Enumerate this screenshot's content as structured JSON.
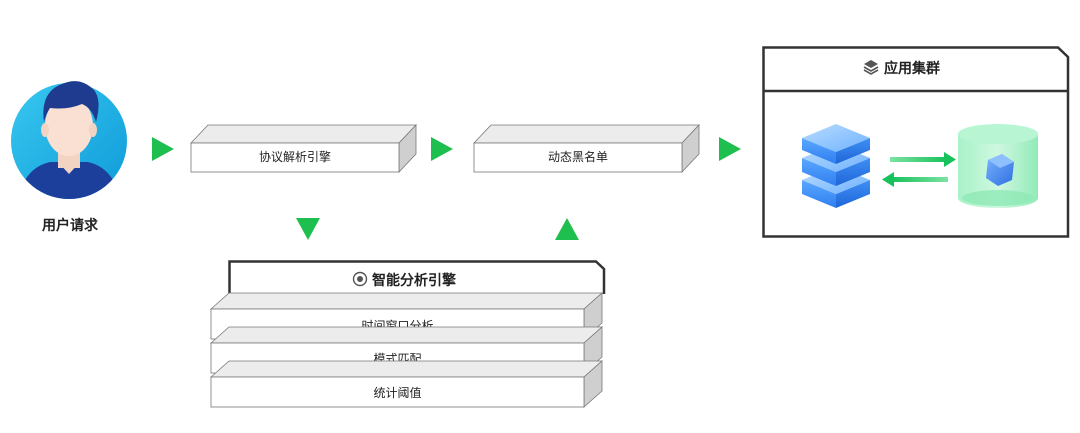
{
  "user": {
    "label": "用户请求"
  },
  "protocol_engine": {
    "label": "协议解析引擎"
  },
  "blacklist": {
    "label": "动态黑名单"
  },
  "app_cluster": {
    "title": "应用集群",
    "title_icon": "layers-icon"
  },
  "analysis_engine": {
    "title": "智能分析引擎",
    "title_icon": "eye-target-icon",
    "layers": [
      "时间窗口分析",
      "模式匹配",
      "统计阈值"
    ]
  },
  "colors": {
    "arrow_green": "#1fbf4f",
    "avatar_bg": "#20b4e8",
    "panel_border": "#333333",
    "box_face": "#ffffff",
    "box_side": "#cfcfcf",
    "box_top": "#ececec"
  }
}
